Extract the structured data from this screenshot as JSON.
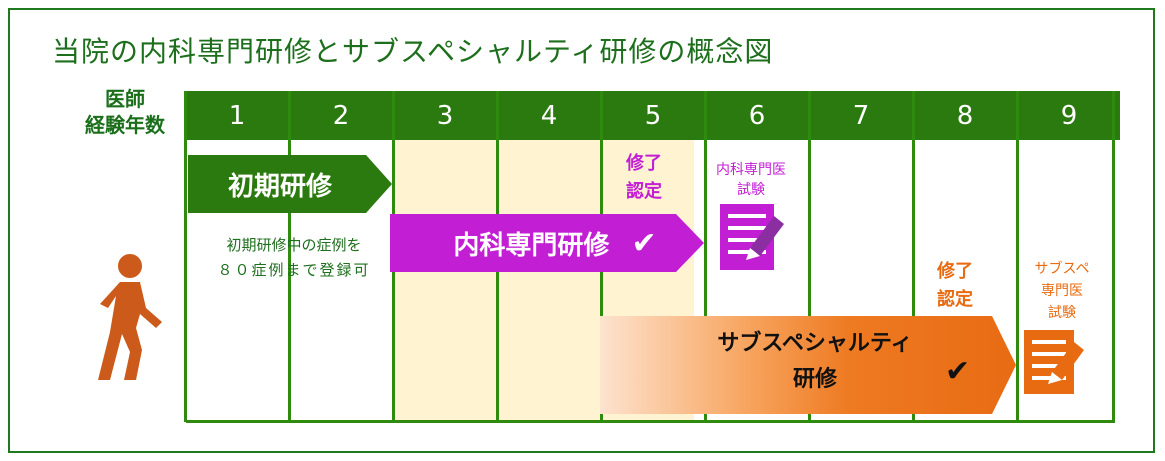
{
  "title": "当院の内科専門研修とサブスペシャルティ研修の概念図",
  "years_label_line1": "医師",
  "years_label_line2": "経験年数",
  "years": [
    "1",
    "2",
    "3",
    "4",
    "5",
    "6",
    "7",
    "8",
    "9"
  ],
  "initial_training": "初期研修",
  "initial_note_line1": "初期研修中の症例を",
  "initial_note_line2": "８０症例まで登録可",
  "internal_training": "内科専門研修",
  "check": "✔",
  "completion1_line1": "修了",
  "completion1_line2": "認定",
  "internal_exam_line1": "内科専門医",
  "internal_exam_line2": "試験",
  "sub_training_line1": "サブスペシャルティ",
  "sub_training_line2": "研修",
  "completion2_line1": "修了",
  "completion2_line2": "認定",
  "sub_exam_line1": "サブスペ",
  "sub_exam_line2": "専門医",
  "sub_exam_line3": "試験",
  "colors": {
    "green": "#2b7a0f",
    "purple": "#c21fd4",
    "orange": "#e86b12",
    "shade": "#fff3d2"
  },
  "icons": [
    "walking-person-icon",
    "exam-document-icon"
  ]
}
